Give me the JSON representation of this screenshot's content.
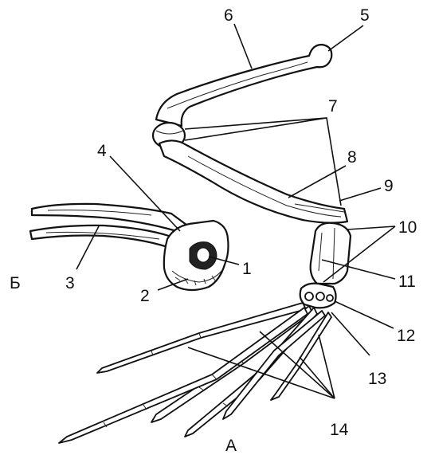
{
  "labels": {
    "n1": "1",
    "n2": "2",
    "n3": "3",
    "n4": "4",
    "n5": "5",
    "n6": "6",
    "n7": "7",
    "n8": "8",
    "n9": "9",
    "n10": "10",
    "n11": "11",
    "n12": "12",
    "n13": "13",
    "n14": "14",
    "panel_a": "А",
    "panel_b": "Б"
  }
}
